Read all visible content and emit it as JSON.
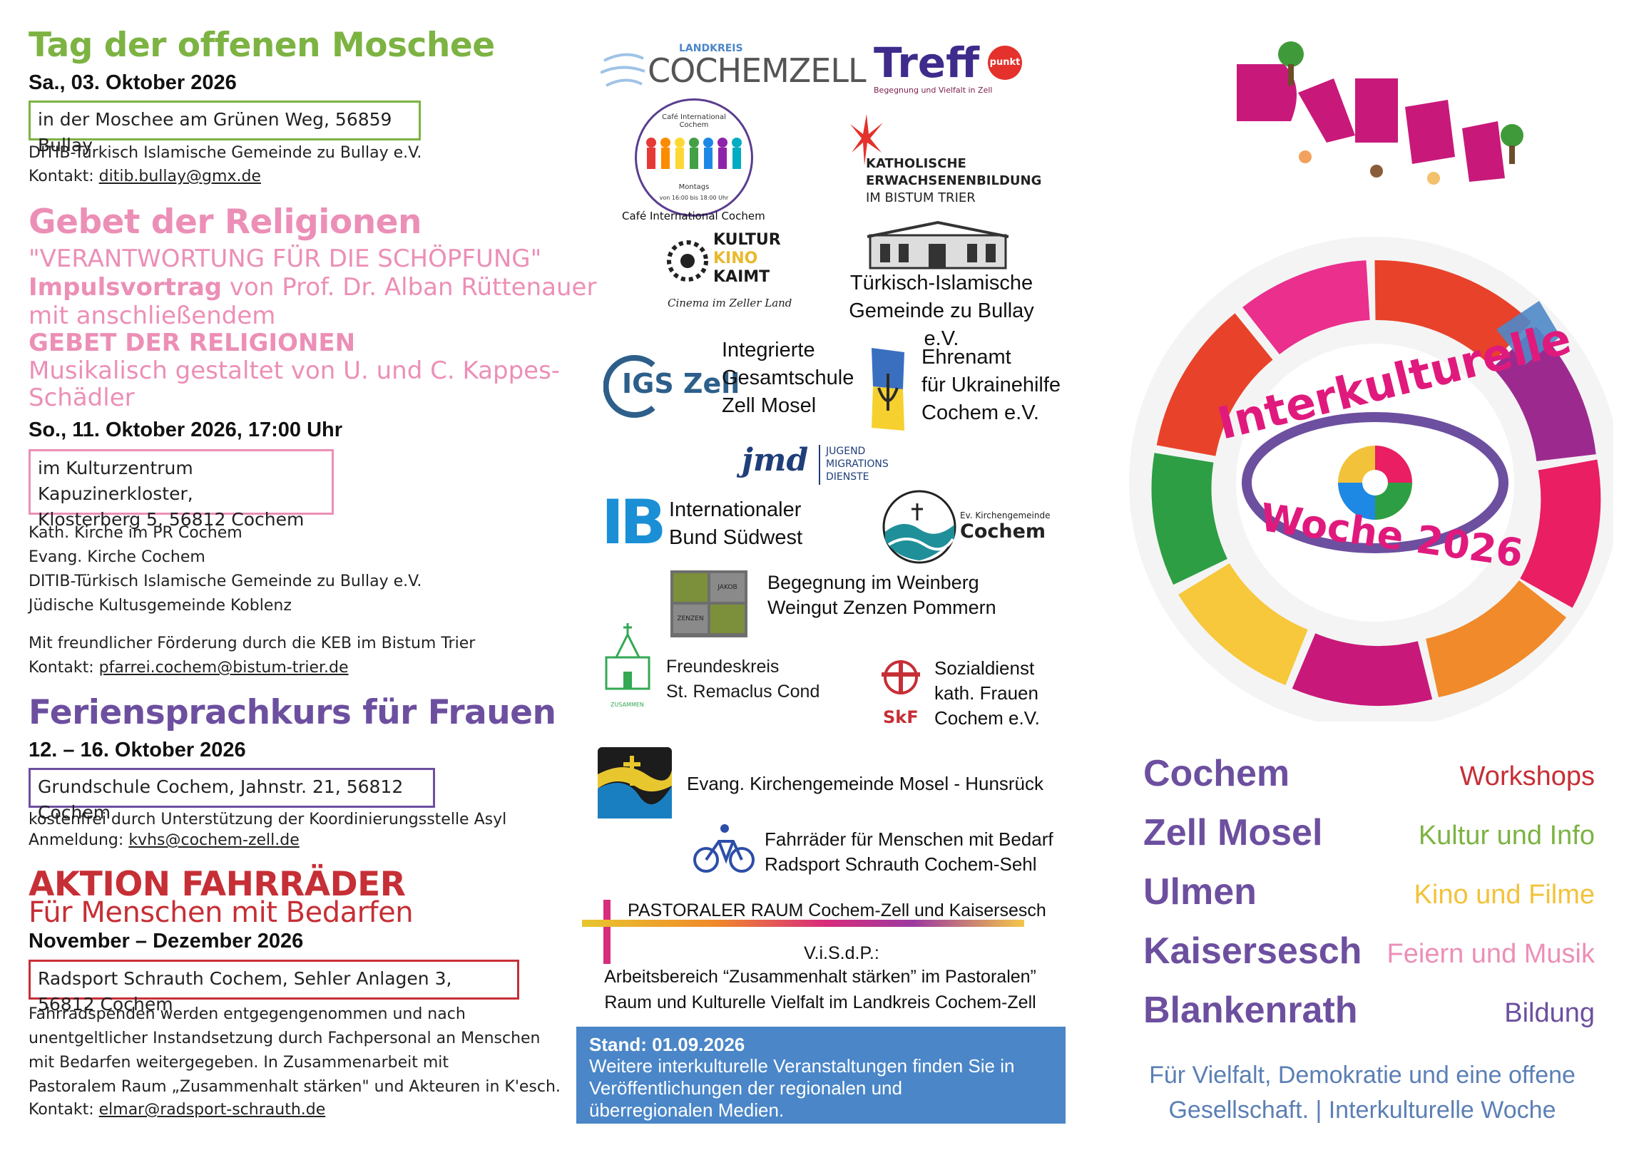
{
  "left": {
    "moschee": {
      "title": "Tag der offenen Moschee",
      "date": "Sa., 03. Oktober 2026",
      "location": "in der Moschee am Grünen Weg, 56859 Bullay",
      "org": "DITIB-Türkisch Islamische Gemeinde zu Bullay e.V.",
      "contact_label": "Kontakt:",
      "contact_email": "ditib.bullay@gmx.de"
    },
    "gebet": {
      "title": "Gebet der Religionen",
      "subtitle": "\"VERANTWORTUNG FÜR DIE SCHÖPFUNG\"",
      "impuls_bold": "Impulsvortrag",
      "impuls_rest": " von Prof. Dr. Alban Rüttenauer",
      "line3": "mit anschließendem",
      "line4": "GEBET DER RELIGIONEN",
      "line5": "Musikalisch gestaltet von U. und C. Kappes-",
      "line6": "Schädler",
      "date": "So., 11. Oktober 2026, 17:00 Uhr",
      "location_1": "im Kulturzentrum Kapuzinerkloster,",
      "location_2": "Klosterberg 5, 56812 Cochem",
      "orgs": [
        "Kath. Kirche im PR Cochem",
        "Evang. Kirche Cochem",
        "DITIB-Türkisch Islamische Gemeinde zu Bullay e.V.",
        "Jüdische Kultusgemeinde Koblenz"
      ],
      "support": "Mit freundlicher Förderung durch die KEB im Bistum Trier",
      "contact_label": "Kontakt:",
      "contact_email": "pfarrei.cochem@bistum-trier.de"
    },
    "sprachkurs": {
      "title": "Feriensprachkurs für Frauen",
      "date": "12. – 16. Oktober 2026",
      "location": "Grundschule Cochem, Jahnstr. 21, 56812 Cochem",
      "note": "kostenfrei durch Unterstützung der Koordinierungsstelle Asyl",
      "contact_label": "Anmeldung:",
      "contact_email": "kvhs@cochem-zell.de"
    },
    "fahrrad": {
      "title": "AKTION FAHRRÄDER",
      "subtitle": "Für Menschen mit Bedarfen",
      "date": "November – Dezember 2026",
      "location": "Radsport Schrauth Cochem, Sehler Anlagen 3, 56812 Cochem",
      "text": [
        "Fahrradspenden werden entgegengenommen und nach",
        "unentgeltlicher Instandsetzung durch Fachpersonal an Menschen",
        "mit Bedarfen weitergegeben. In Zusammenarbeit mit",
        "Pastoralem Raum „Zusammenhalt stärken\" und Akteuren in K'esch."
      ],
      "contact_label": "Kontakt:",
      "contact_email": "elmar@radsport-schrauth.de"
    }
  },
  "middle": {
    "logo_cochemzell_small": "LANDKREIS",
    "logo_cochemzell": "COCHEMZELL",
    "logo_treff": "Treff",
    "logo_treff_badge": "punkt",
    "logo_treff_sub": "Begegnung und Vielfalt in Zell",
    "cafe_label": "Café International Cochem",
    "cafe_inner_title": "Café International Cochem",
    "cafe_inner_day": "Montags",
    "cafe_inner_time": "von 16:00 bis 18:00 Uhr",
    "keb_1": "KATHOLISCHE",
    "keb_2": "ERWACHSENENBILDUNG",
    "keb_3": "IM BISTUM TRIER",
    "kino_1": "KULTUR",
    "kino_2": "KINO",
    "kino_3": "KAIMT",
    "kino_sub": "Cinema im Zeller Land",
    "turk_1": "Türkisch-Islamische",
    "turk_2": "Gemeinde zu Bullay e.V.",
    "igs_logo": "IGS Zell",
    "igs_1": "Integrierte",
    "igs_2": "Gesamtschule",
    "igs_3": "Zell Mosel",
    "ukr_1": "Ehrenamt",
    "ukr_2": "für Ukrainehilfe",
    "ukr_3": "Cochem e.V.",
    "jmd_logo": "jmd",
    "jmd_1": "JUGEND",
    "jmd_2": "MIGRATIONS",
    "jmd_3": "DIENSTE",
    "ib_logo": "IB",
    "ib_1": "Internationaler",
    "ib_2": "Bund Südwest",
    "evk_small": "Ev. Kirchengemeinde",
    "evk_big": "Cochem",
    "wein_1": "Begegnung im Weinberg",
    "wein_2": "Weingut Zenzen Pommern",
    "wein_tile_1": "JAKOB",
    "wein_tile_2": "ZENZEN",
    "frk_1": "Freundeskreis",
    "frk_2": "St. Remaclus Cond",
    "frk_small": "ZUSAMMEN",
    "skf_logo": "SkF",
    "skf_1": "Sozialdienst",
    "skf_2": "kath. Frauen",
    "skf_3": "Cochem e.V.",
    "mosel": "Evang. Kirchengemeinde Mosel - Hunsrück",
    "bike_1": "Fahrräder für Menschen mit Bedarf",
    "bike_2": "Radsport Schrauth Cochem-Sehl",
    "pastoral": "PASTORALER RAUM Cochem-Zell und Kaisersesch",
    "visdp": "V.i.S.d.P.:",
    "visdp_1": "Arbeitsbereich “Zusammenhalt stärken” im Pastoralen”",
    "visdp_2": "Raum und Kulturelle Vielfalt im Landkreis Cochem-Zell",
    "stand_title": "Stand: 01.09.2026",
    "stand_1": "Weitere interkulturelle Veranstaltungen finden Sie in",
    "stand_2": "Veröffentlichungen der regionalen und",
    "stand_3": "überregionalen Medien."
  },
  "right": {
    "ring_1": "Interkulturelle",
    "ring_2": "Woche 2026",
    "cities": [
      "Cochem",
      "Zell Mosel",
      "Ulmen",
      "Kaisersesch",
      "Blankenrath"
    ],
    "topics": [
      "Workshops",
      "Kultur und Info",
      "Kino und Filme",
      "Feiern und Musik",
      "Bildung"
    ],
    "topic_colors": [
      "#c62f36",
      "#7cb342",
      "#f2c23a",
      "#ec8fb7",
      "#6d4f9f"
    ],
    "slogan_1": "Für Vielfalt, Demokratie und eine offene",
    "slogan_2": "Gesellschaft. | Interkulturelle Woche"
  },
  "colors": {
    "green": "#7cb342",
    "pink": "#ec8fb7",
    "purple": "#6d4f9f",
    "red": "#c62f36",
    "blue_box": "#4a86c8",
    "slogan": "#5b7fb5"
  }
}
